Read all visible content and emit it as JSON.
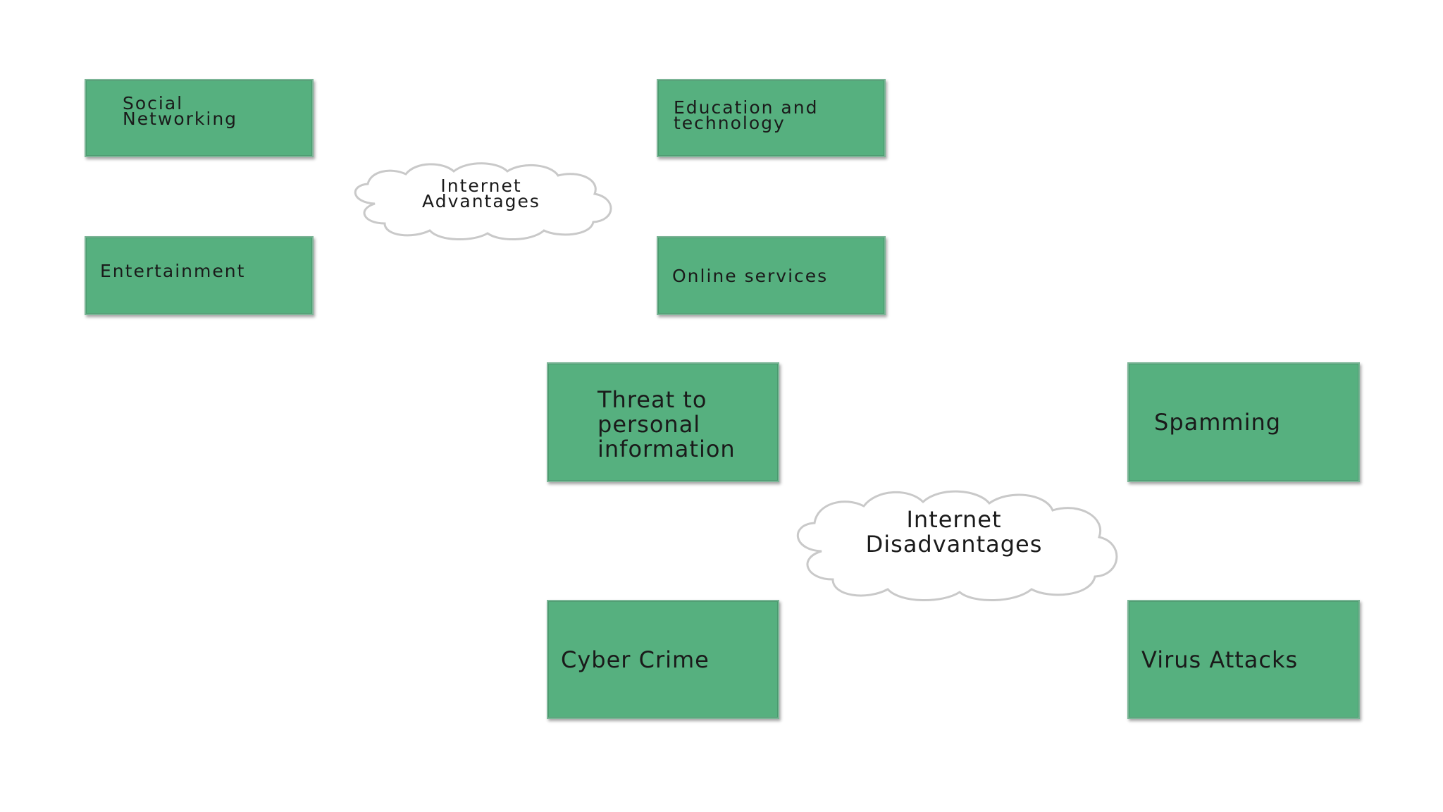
{
  "advantages": {
    "center": "Internet\nAdvantages",
    "items": [
      "Social\nNetworking",
      "Education and\ntechnology",
      "Entertainment",
      "Online services"
    ]
  },
  "disadvantages": {
    "center": "Internet\nDisadvantages",
    "items": [
      "Threat to\npersonal\ninformation",
      "Spamming",
      "Cyber Crime",
      "Virus Attacks"
    ]
  },
  "colors": {
    "box_fill": "#56b07f",
    "box_border": "#7bb596",
    "cloud_fill": "#ffffff",
    "cloud_stroke": "#c9c9c9"
  }
}
